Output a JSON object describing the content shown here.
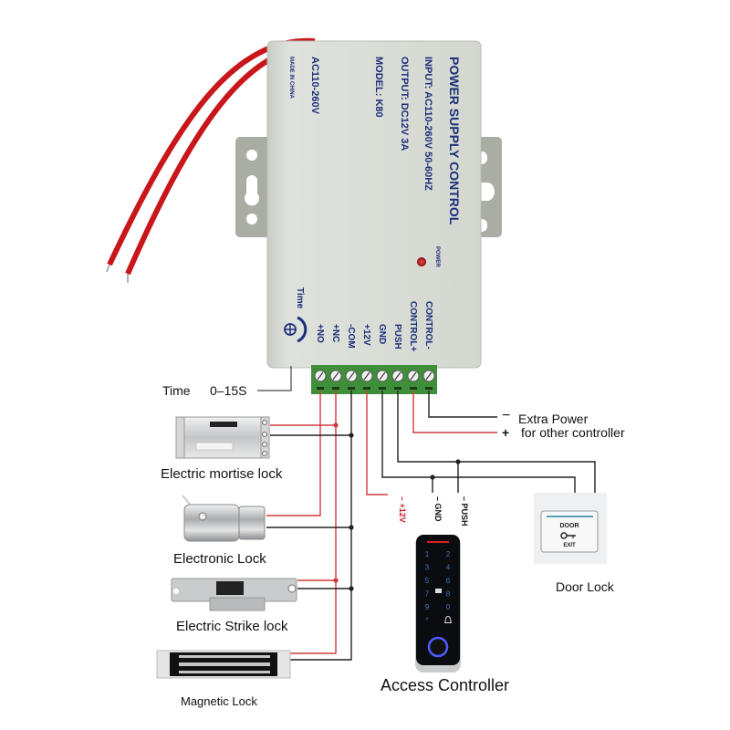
{
  "power_supply": {
    "title": "POWER SUPPLY CONTROL",
    "input": "INPUT: AC110-260V 50-60HZ",
    "output": "OUTPUT: DC12V 3A",
    "model": "MODEL: K80",
    "ac_range": "AC110-260V",
    "made_in": "MADE IN CHINA",
    "power_led_label": "POWER",
    "time_knob_label": "Time",
    "terminals": [
      "+NO",
      "+NC",
      "-COM",
      "+12V",
      "GND",
      "PUSH",
      "CONTROL+",
      "CONTROL-"
    ],
    "colors": {
      "case": "#d8dcd4",
      "text": "#1c2e7a",
      "terminal_block": "#3f8f3a",
      "led": "#c0141a"
    }
  },
  "wiring": {
    "red_wire_color": "#d23a3a",
    "black_wire_color": "#222222",
    "time_label": "Time",
    "time_range": "0–15S",
    "extra_power_minus_sign": "−",
    "extra_power_minus_label": "Extra Power",
    "extra_power_plus_sign": "+",
    "extra_power_plus_label": "for other controller",
    "pin_12v": "– +12V",
    "pin_gnd": "– GND",
    "pin_push": "– PUSH"
  },
  "devices": {
    "mortise_lock": "Electric mortise lock",
    "electronic_lock": "Electronic Lock",
    "strike_lock": "Electric Strike lock",
    "magnetic_lock": "Magnetic Lock",
    "access_controller": "Access Controller",
    "door_lock": "Door Lock",
    "exit_button_top": "DOOR",
    "exit_button_bottom": "EXIT",
    "keypad_keys": [
      "1",
      "2",
      "3",
      "4",
      "5",
      "6",
      "7",
      "8",
      "9",
      "0",
      "*",
      "bell"
    ]
  }
}
